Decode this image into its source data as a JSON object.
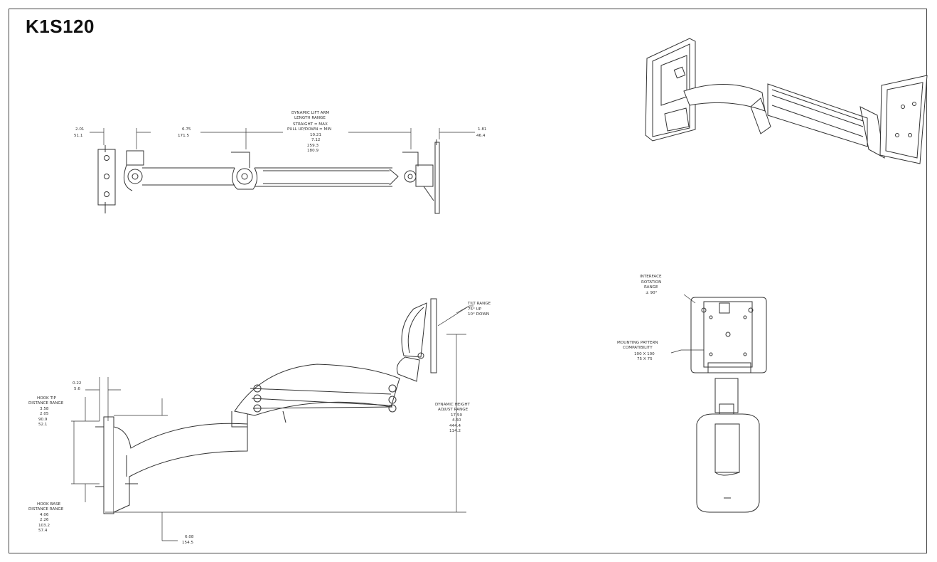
{
  "title": "K1S120",
  "top_view": {
    "dim_left": [
      "2.01",
      "51.1"
    ],
    "dim_arm": [
      "6.75",
      "171.5"
    ],
    "dim_right": [
      "1.81",
      "46.4"
    ],
    "dynamic_label": [
      "DYNAMIC LIFT ARM",
      "LENGTH RANGE",
      "STRAIGHT = MAX",
      "PULL UP/DOWN = MIN",
      "10.21",
      "7.12",
      "259.3",
      "180.9"
    ]
  },
  "side_view": {
    "tilt": [
      "TILT RANGE",
      "75° UP",
      "10° DOWN"
    ],
    "dim_022": [
      "0.22",
      "5.6"
    ],
    "hook_tip": [
      "HOOK TIP",
      "DISTANCE RANGE",
      "3.58",
      "2.05",
      "90.9",
      "52.1"
    ],
    "hook_base": [
      "HOOK BASE",
      "DISTANCE RANGE",
      "4.06",
      "2.26",
      "103.2",
      "57.4"
    ],
    "dynamic_height": [
      "DYNAMIC HEIGHT",
      "ADJUST RANGE",
      "17.50",
      "4.50",
      "444.4",
      "114.2"
    ],
    "dim_bottom": [
      "6.08",
      "154.5"
    ]
  },
  "front_view": {
    "rotation": [
      "INTERFACE",
      "ROTATION",
      "RANGE",
      "± 90°"
    ],
    "mounting": [
      "MOUNTING PATTERN",
      "COMPATIBILITY",
      "100 X 100",
      "75 X 75"
    ]
  }
}
